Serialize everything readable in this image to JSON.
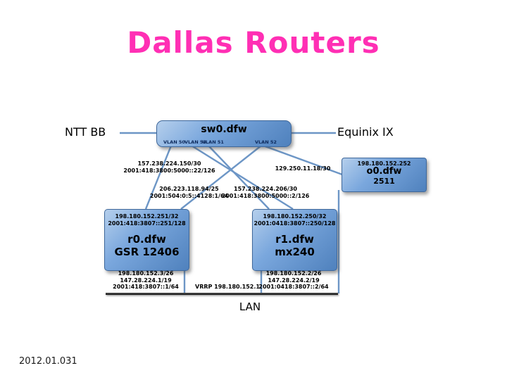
{
  "colors": {
    "title_pink": "#ff2fb4",
    "node_blue": "#4f81bd",
    "wire_blue": "#6d96c6",
    "lan_line": "#101010"
  },
  "slide": {
    "title": "Dallas Routers",
    "footer": "2012.01.031"
  },
  "external": {
    "ntt": "NTT BB",
    "equinix": "Equinix IX"
  },
  "switch": {
    "name": "sw0.dfw",
    "vlans": [
      "VLAN 50",
      "VLAN 53",
      "VLAN 51",
      "VLAN 52"
    ]
  },
  "console": {
    "ip": "198.180.152.252",
    "name": "o0.dfw",
    "model": "2511"
  },
  "router0": {
    "ipv4": "198.180.152.251/32",
    "ipv6": "2001:418:3807::251/128",
    "name": "r0.dfw",
    "model": "GSR 12406"
  },
  "router1": {
    "ipv4": "198.180.152.250/32",
    "ipv6": "2001:0418:3807::250/128",
    "name": "r1.dfw",
    "model": "mx240"
  },
  "links": {
    "ntt_r0": [
      "157.238.224.150/30",
      "2001:418:3800:5000::22/126"
    ],
    "ntt_r1": [
      "129.250.11.18/30"
    ],
    "ix_r0": [
      "206.223.118.94/25",
      "2001:504:0:5::4128:1/64"
    ],
    "ix_r1": [
      "157.238.224.206/30",
      "2001:418:3800:5000::2/126"
    ]
  },
  "lan": {
    "label": "LAN",
    "vrrp": "VRRP 198.180.152.1",
    "r0_addrs": [
      "198.180.152.3/26",
      "147.28.224.1/19",
      "2001:418:3807::1/64"
    ],
    "r1_addrs": [
      "198.180.152.2/26",
      "147.28.224.2/19",
      "2001:0418:3807::2/64"
    ]
  }
}
